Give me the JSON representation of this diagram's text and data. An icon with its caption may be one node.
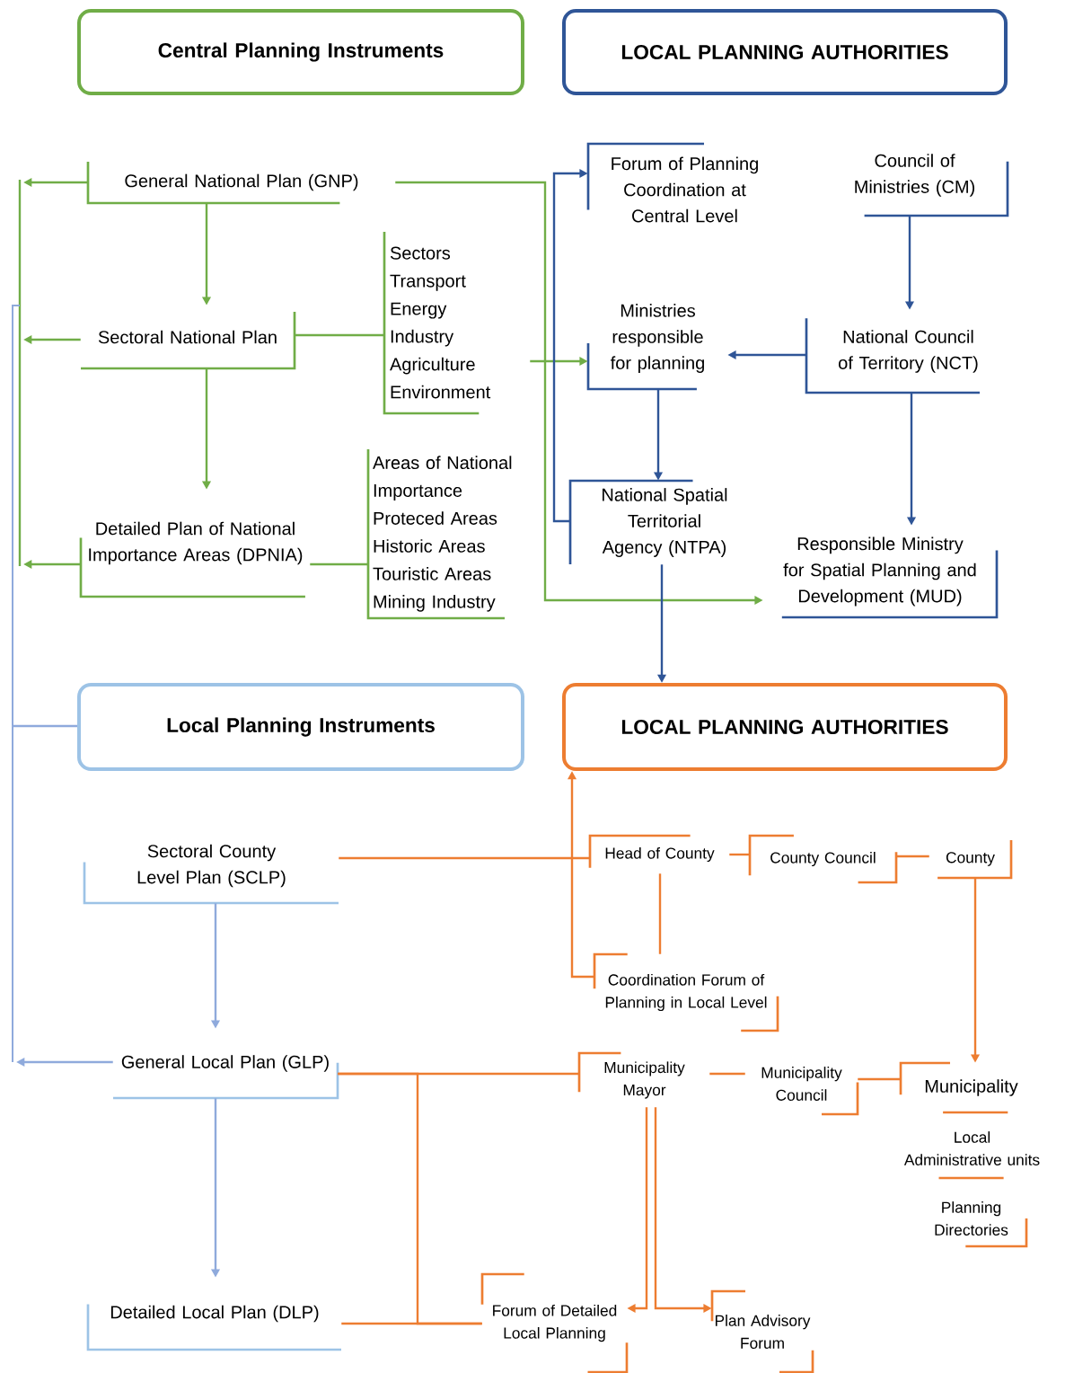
{
  "diagram": {
    "nodes": [
      {
        "text": [
          "Central Planning Instruments"
        ]
      },
      {
        "text": [
          "LOCAL PLANNING AUTHORITIES"
        ]
      },
      {
        "text": [
          "General National Plan (GNP)"
        ]
      },
      {
        "text": [
          "Sectoral National Plan"
        ]
      },
      {
        "text": [
          "Sectors",
          "Transport",
          "Energy",
          "Industry",
          "Agriculture",
          "Environment"
        ]
      },
      {
        "text": [
          "Detailed Plan of National Importance Areas (DPNIA)"
        ]
      },
      {
        "text": [
          "Areas of National Importance",
          "Proteced Areas",
          "Historic Areas",
          "Touristic Areas",
          "Mining Industry"
        ]
      },
      {
        "text": [
          "Forum of Planning Coordination at Central Level"
        ]
      },
      {
        "text": [
          "Council of Ministries (CM)"
        ]
      },
      {
        "text": [
          "Ministries responsible for planning"
        ]
      },
      {
        "text": [
          "National Council of Territory (NCT)"
        ]
      },
      {
        "text": [
          "National Spatial Territorial Agency (NTPA)"
        ]
      },
      {
        "text": [
          "Responsible Ministry for Spatial Planning and Development (MUD)"
        ]
      },
      {
        "text": [
          "Local Planning Instruments"
        ]
      },
      {
        "text": [
          "LOCAL PLANNING AUTHORITIES"
        ]
      },
      {
        "text": [
          "Sectoral County Level Plan (SCLP)"
        ]
      },
      {
        "text": [
          "Head of County"
        ]
      },
      {
        "text": [
          "County Council"
        ]
      },
      {
        "text": [
          "County"
        ]
      },
      {
        "text": [
          "Coordination Forum of Planning in Local Level"
        ]
      },
      {
        "text": [
          "General Local Plan (GLP)"
        ]
      },
      {
        "text": [
          "Municipality Mayor"
        ]
      },
      {
        "text": [
          "Municipality Council"
        ]
      },
      {
        "text": [
          "Municipality"
        ]
      },
      {
        "text": [
          "Local Administrative units"
        ]
      },
      {
        "text": [
          "Planning Directories"
        ]
      },
      {
        "text": [
          "Detailed Local Plan (DLP)"
        ]
      },
      {
        "text": [
          "Forum of Detailed Local Planning"
        ]
      },
      {
        "text": [
          "Plan Advisory Forum"
        ]
      }
    ],
    "edges": [
      {
        "from": 2,
        "to": 3,
        "arrow": "to",
        "color": "#70ad47"
      },
      {
        "from": 3,
        "to": 5,
        "arrow": "to",
        "color": "#70ad47"
      },
      {
        "from": 2,
        "to": null,
        "arrow": "to",
        "color": "#70ad47"
      },
      {
        "from": 3,
        "to": null,
        "arrow": "to",
        "color": "#70ad47"
      },
      {
        "from": 5,
        "to": null,
        "arrow": "to",
        "color": "#70ad47"
      },
      {
        "from": 3,
        "to": 4,
        "arrow": "none",
        "color": "#70ad47"
      },
      {
        "from": 5,
        "to": 6,
        "arrow": "none",
        "color": "#70ad47"
      },
      {
        "from": 4,
        "to": 9,
        "arrow": "to",
        "color": "#70ad47"
      },
      {
        "from": 2,
        "to": 12,
        "arrow": "to",
        "color": "#70ad47"
      },
      {
        "from": 11,
        "to": 7,
        "arrow": "to",
        "color": "#2f5597"
      },
      {
        "from": 8,
        "to": 10,
        "arrow": "to",
        "color": "#2f5597"
      },
      {
        "from": 10,
        "to": 9,
        "arrow": "to",
        "color": "#2f5597"
      },
      {
        "from": 9,
        "to": 11,
        "arrow": "to",
        "color": "#2f5597"
      },
      {
        "from": 10,
        "to": 12,
        "arrow": "to",
        "color": "#2f5597"
      },
      {
        "from": 11,
        "to": 14,
        "arrow": "to",
        "color": "#2f5597"
      },
      {
        "from": 15,
        "to": 16,
        "arrow": "none"
      },
      {
        "from": 16,
        "to": 17,
        "arrow": "none"
      },
      {
        "from": 17,
        "to": 18,
        "arrow": "none"
      },
      {
        "from": 16,
        "to": 19,
        "arrow": "none"
      },
      {
        "from": 19,
        "to": 14,
        "arrow": "to"
      },
      {
        "from": 18,
        "to": 23,
        "arrow": "to"
      },
      {
        "from": 20,
        "to": 21,
        "arrow": "none"
      },
      {
        "from": 21,
        "to": 22,
        "arrow": "none"
      },
      {
        "from": 22,
        "to": 23,
        "arrow": "none"
      },
      {
        "from": 20,
        "to": 27,
        "arrow": "none"
      },
      {
        "from": 26,
        "to": 27,
        "arrow": "none"
      },
      {
        "from": 21,
        "to": 27,
        "arrow": "to"
      },
      {
        "from": 21,
        "to": 28,
        "arrow": "to"
      },
      {
        "from": 20,
        "to": null,
        "arrow": "to",
        "color": "#8faadc"
      },
      {
        "from": 13,
        "to": null,
        "arrow": "none",
        "color": "#8faadc"
      },
      {
        "from": 15,
        "to": 20,
        "arrow": "to",
        "color": "#8faadc"
      },
      {
        "from": 20,
        "to": 26,
        "arrow": "to",
        "color": "#8faadc"
      }
    ]
  }
}
